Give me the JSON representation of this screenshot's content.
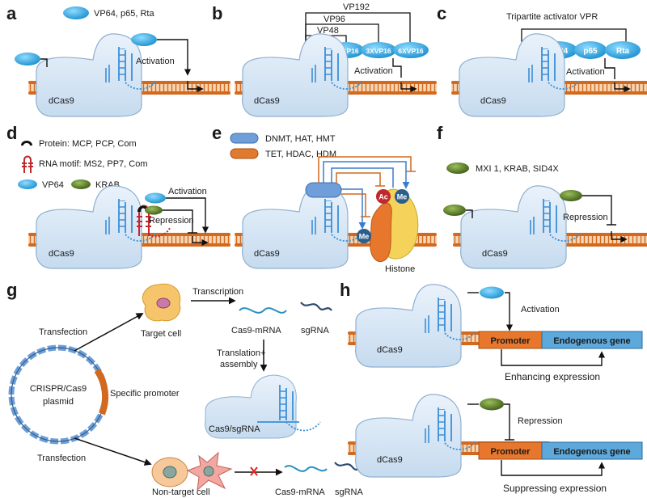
{
  "panels": {
    "a": {
      "letter": "a",
      "legend": "VP64, p65, Rta",
      "dcas9": "dCas9",
      "activation": "Activation"
    },
    "b": {
      "letter": "b",
      "vp192": "VP192",
      "vp96": "VP96",
      "vp48": "VP48",
      "unit1": "3XVP16",
      "unit2": "3XVP16",
      "unit3": "6XVP16",
      "dcas9": "dCas9",
      "activation": "Activation"
    },
    "c": {
      "letter": "c",
      "title": "Tripartite activator VPR",
      "v6p4": "V6P4",
      "p65": "p65",
      "rta": "Rta",
      "dcas9": "dCas9",
      "activation": "Activation"
    },
    "d": {
      "letter": "d",
      "protein": "Protein:  MCP, PCP, Com",
      "rna_motif": "RNA motif:  MS2, PP7, Com",
      "vp64": "VP64",
      "krab": "KRAB",
      "dcas9": "dCas9",
      "activation": "Activation",
      "repression": "Repression"
    },
    "e": {
      "letter": "e",
      "enz1": "DNMT, HAT, HMT",
      "enz2": "TET, HDAC, HDM",
      "ac": "Ac",
      "me": "Me",
      "me2": "Me",
      "dcas9": "dCas9",
      "histone": "Histone"
    },
    "f": {
      "letter": "f",
      "legend": "MXI 1, KRAB, SID4X",
      "dcas9": "dCas9",
      "repression": "Repression"
    },
    "g": {
      "letter": "g",
      "transfection1": "Transfection",
      "target_cell": "Target cell",
      "transcription": "Transcription",
      "cas9_mrna": "Cas9-mRNA",
      "sgrna": "sgRNA",
      "translation": "Translation+",
      "assembly": "assembly",
      "complex": "Cas9/sgRNA",
      "plasmid1": "CRISPR/Cas9",
      "plasmid2": "plasmid",
      "specific_promoter": "Specific promoter",
      "transfection2": "Transfection",
      "cas9_mrna2": "Cas9-mRNA",
      "sgrna2": "sgRNA",
      "non_target": "Non-target cell"
    },
    "h": {
      "letter": "h",
      "dcas9_1": "dCas9",
      "activation": "Activation",
      "promoter1": "Promoter",
      "gene1": "Endogenous gene",
      "enhancing": "Enhancing expression",
      "dcas9_2": "dCas9",
      "repression": "Repression",
      "promoter2": "Promoter",
      "gene2": "Endogenous gene",
      "suppressing": "Suppressing expression"
    }
  },
  "colors": {
    "cas9_body": "#d6e6f5",
    "cas9_stroke": "#8fb0d0",
    "activator": "#2aa7e0",
    "repressor": "#5a7d2a",
    "dna": "#d2691e",
    "rna": "#3a8fd8",
    "promoter": "#e8772e",
    "gene": "#5ea9dc",
    "ac": "#c0282d",
    "me": "#2b5e8c",
    "enzyme_blue": "#6f9ed8",
    "enzyme_orange": "#e07a2e"
  }
}
